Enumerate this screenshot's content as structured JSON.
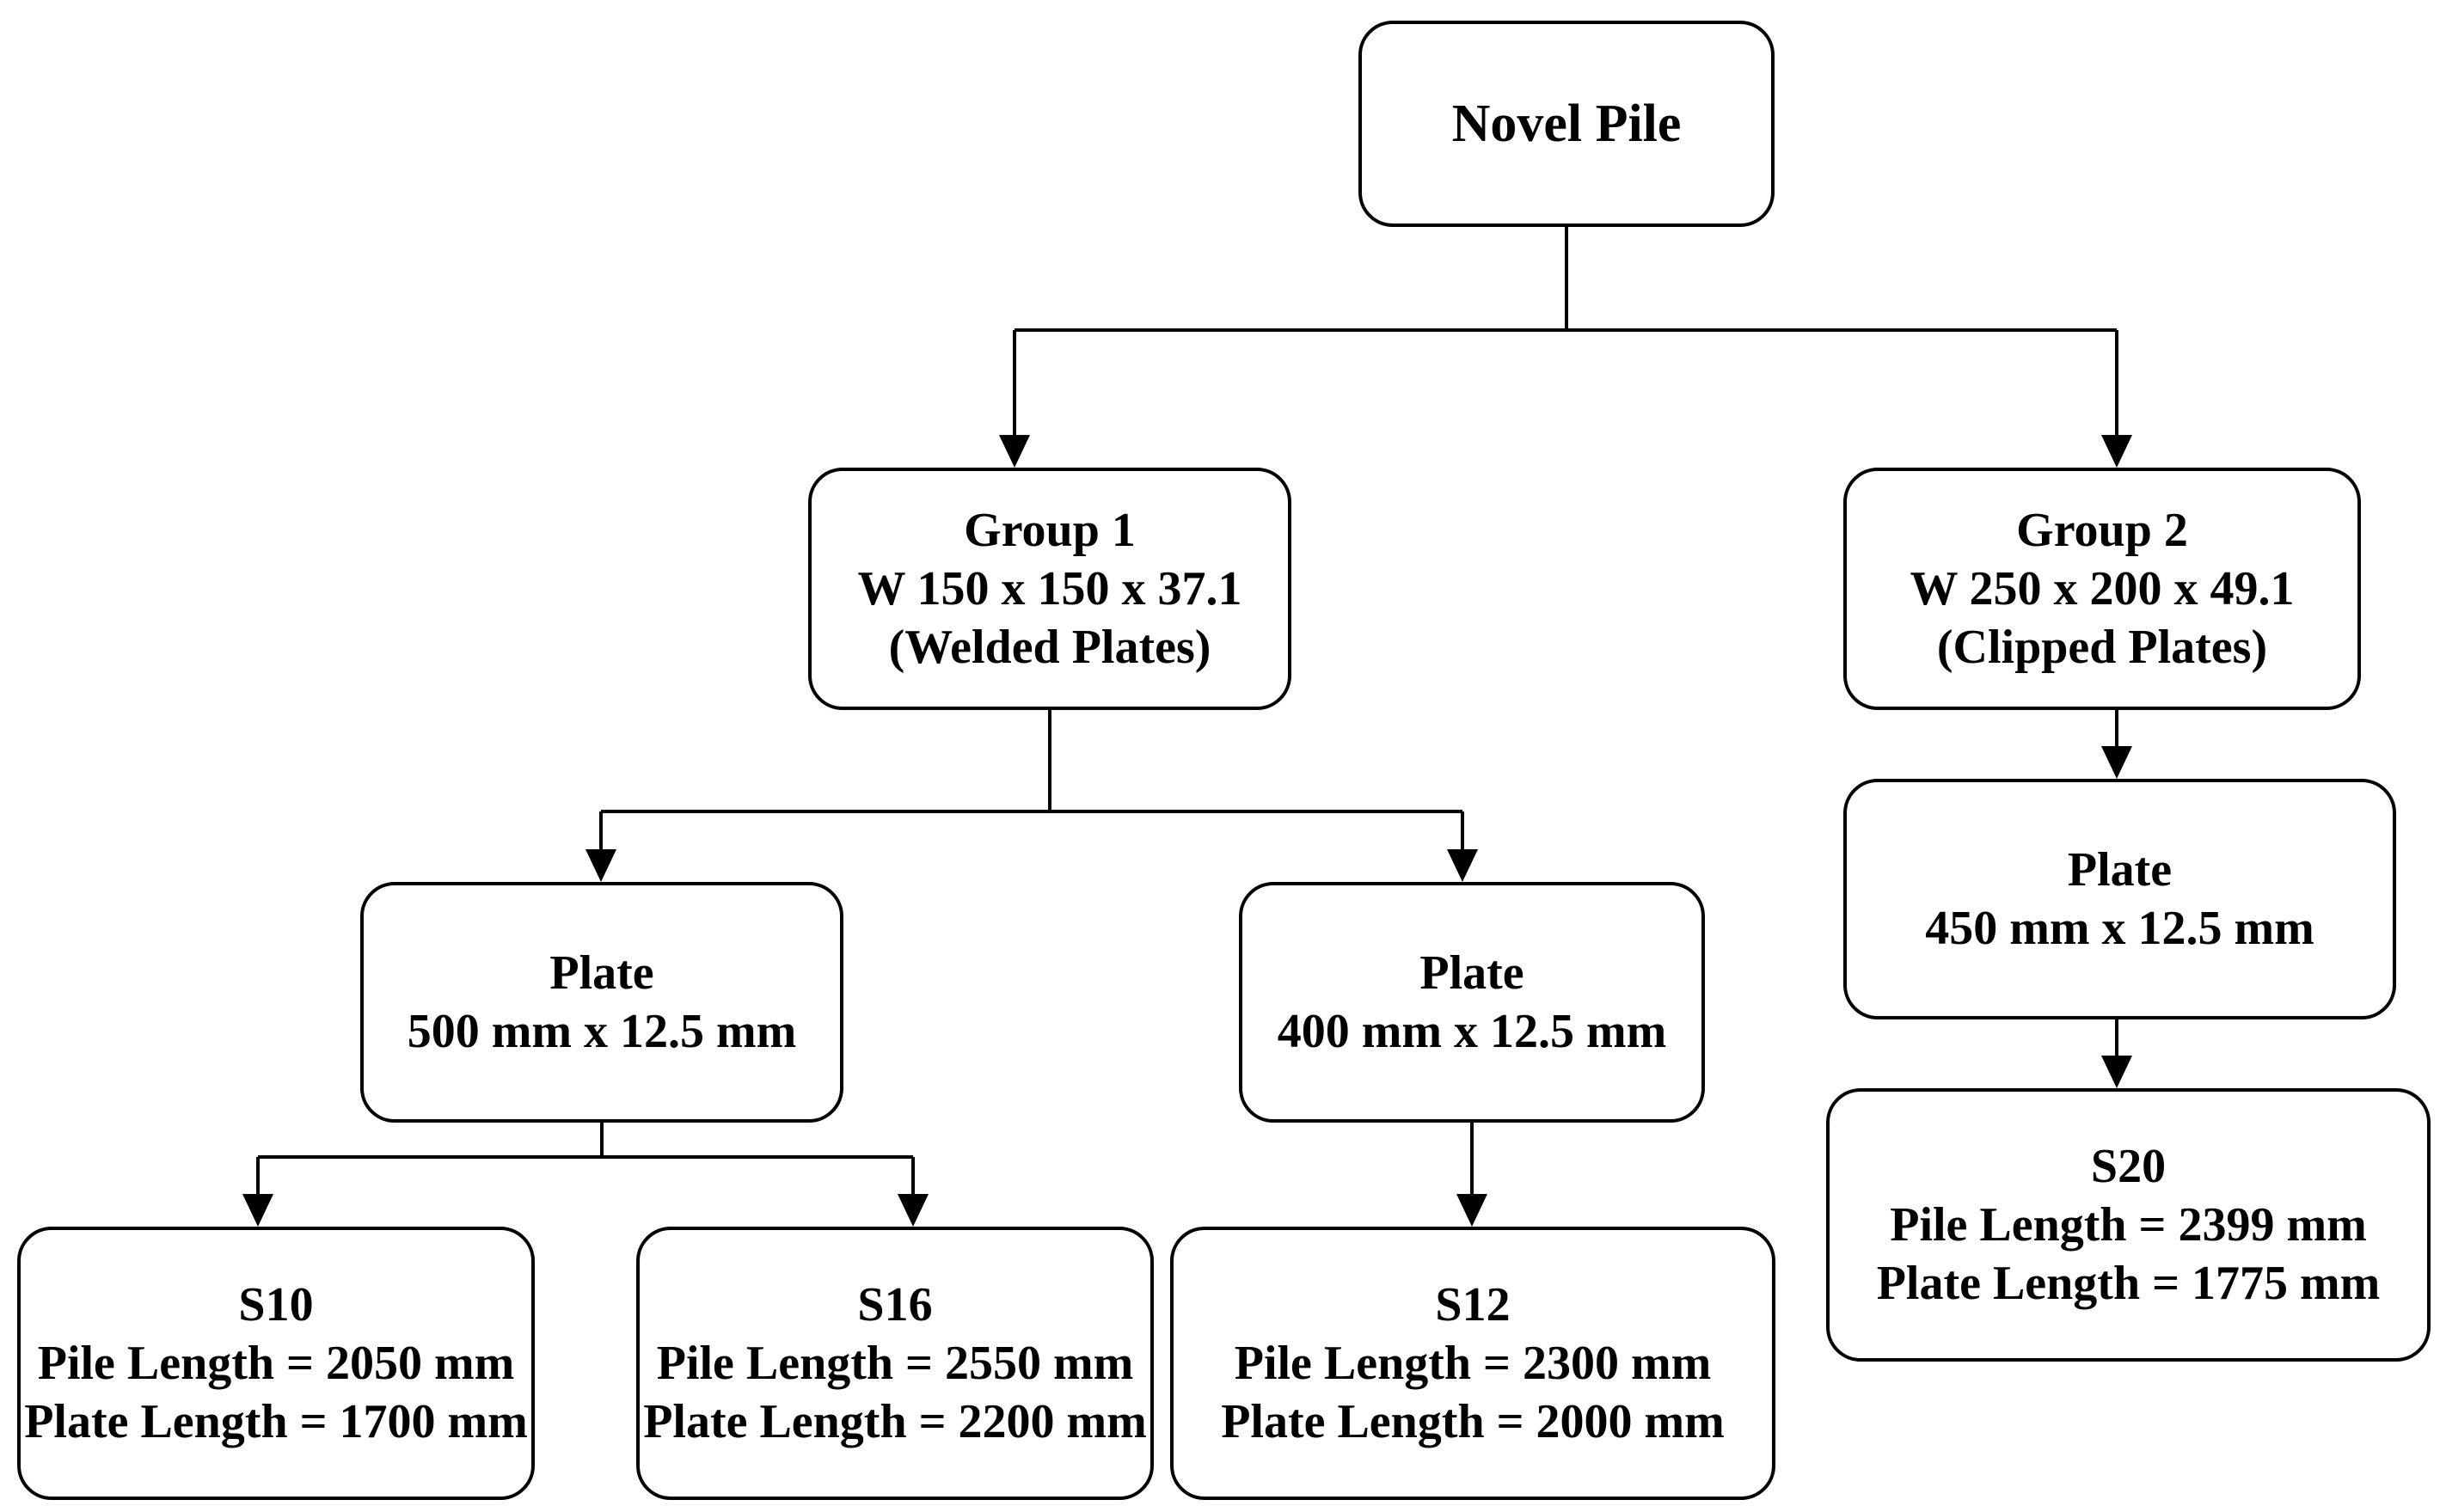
{
  "nodes": {
    "root": {
      "lines": [
        "Novel Pile"
      ]
    },
    "group1": {
      "lines": [
        "Group 1",
        "W 150 x 150 x 37.1",
        "(Welded Plates)"
      ]
    },
    "group2": {
      "lines": [
        "Group 2",
        "W 250 x 200 x 49.1",
        "(Clipped Plates)"
      ]
    },
    "plate1": {
      "lines": [
        "Plate",
        "500 mm x 12.5 mm"
      ]
    },
    "plate2": {
      "lines": [
        "Plate",
        "400 mm x 12.5 mm"
      ]
    },
    "plate3": {
      "lines": [
        "Plate",
        "450 mm x 12.5 mm"
      ]
    },
    "s10": {
      "lines": [
        "S10",
        "Pile Length = 2050 mm",
        "Plate Length = 1700 mm"
      ]
    },
    "s16": {
      "lines": [
        "S16",
        "Pile Length = 2550 mm",
        "Plate Length = 2200 mm"
      ]
    },
    "s12": {
      "lines": [
        "S12",
        "Pile Length = 2300 mm",
        "Plate Length = 2000 mm"
      ]
    },
    "s20": {
      "lines": [
        "S20",
        "Pile Length = 2399 mm",
        "Plate Length = 1775 mm"
      ]
    }
  },
  "edges": [
    {
      "from": "root",
      "to": "group1"
    },
    {
      "from": "root",
      "to": "group2"
    },
    {
      "from": "group1",
      "to": "plate1"
    },
    {
      "from": "group1",
      "to": "plate2"
    },
    {
      "from": "group2",
      "to": "plate3"
    },
    {
      "from": "plate1",
      "to": "s10"
    },
    {
      "from": "plate1",
      "to": "s16"
    },
    {
      "from": "plate2",
      "to": "s12"
    },
    {
      "from": "plate3",
      "to": "s20"
    }
  ],
  "colors": {
    "stroke": "#000000",
    "background": "#ffffff",
    "text": "#000000"
  }
}
